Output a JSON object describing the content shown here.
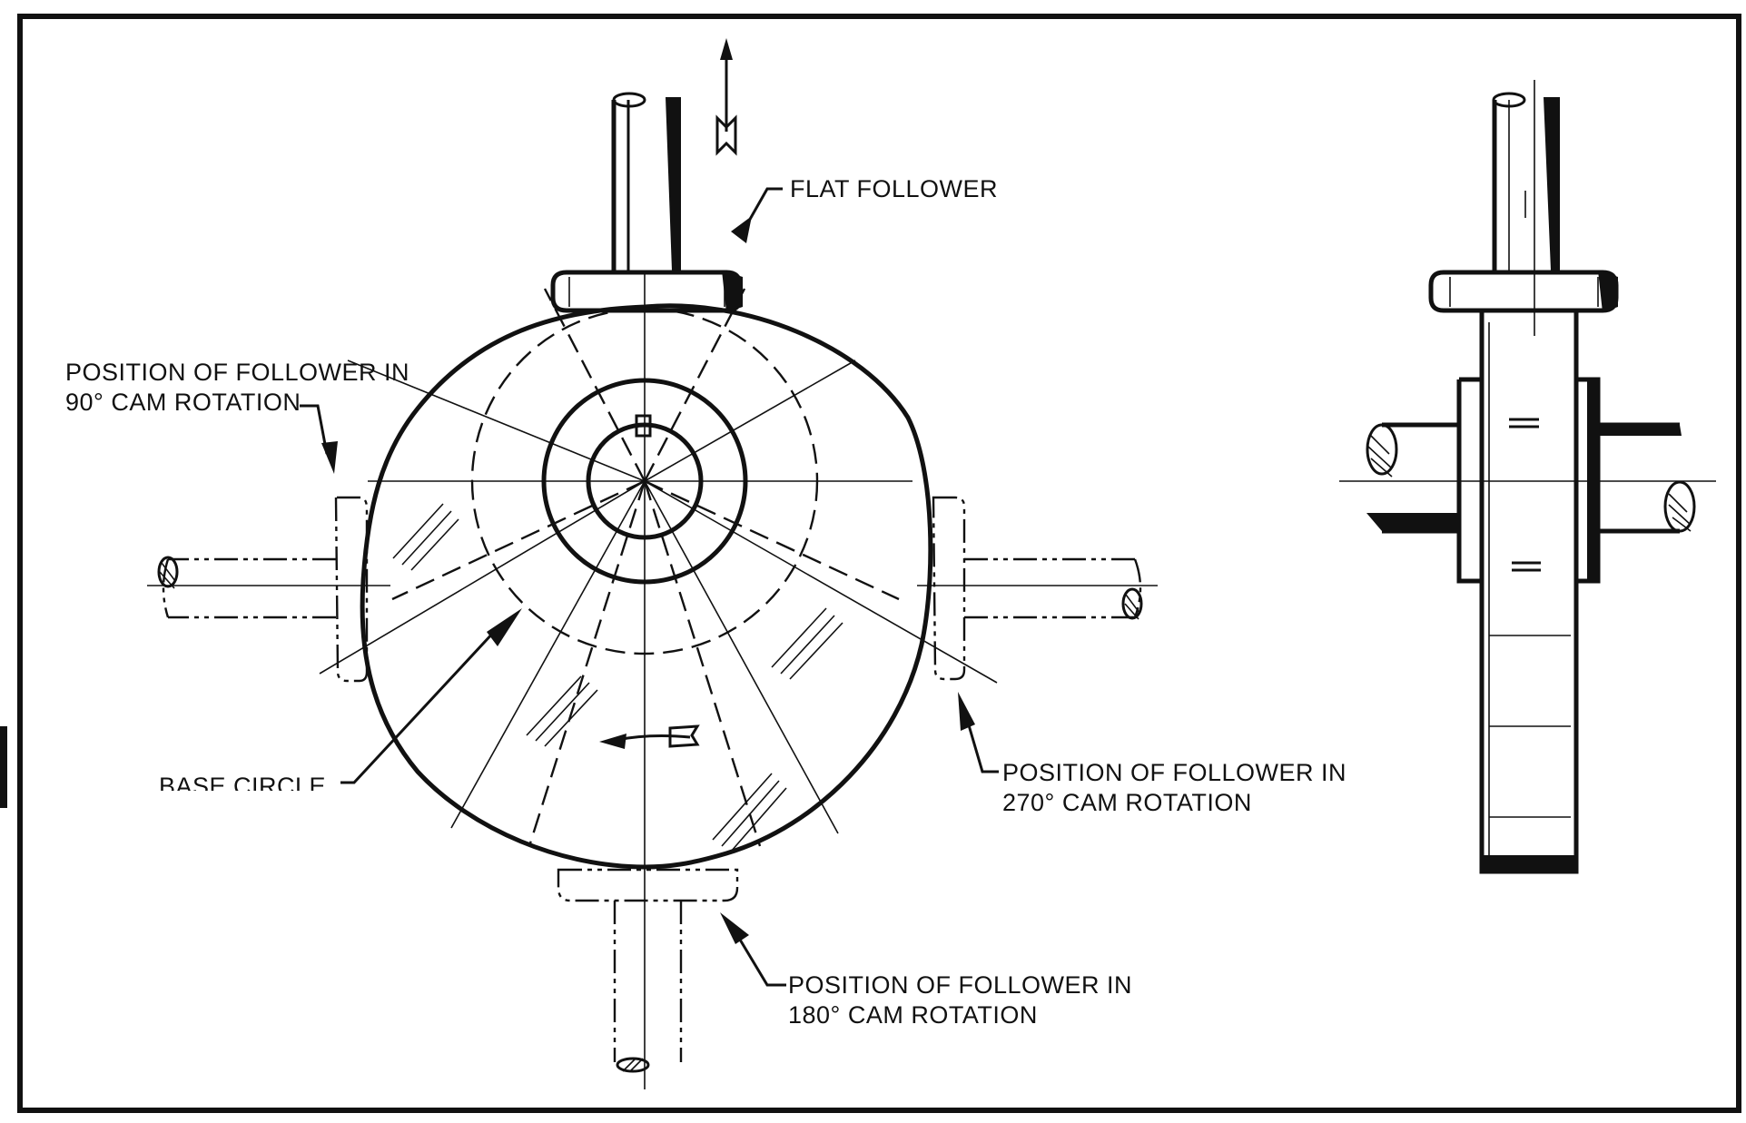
{
  "labels": {
    "flat_follower": "FLAT FOLLOWER",
    "pos90_line1": "POSITION OF FOLLOWER IN",
    "pos90_line2": "90° CAM ROTATION",
    "pos270_line1": "POSITION OF FOLLOWER IN",
    "pos270_line2": "270° CAM ROTATION",
    "pos180_line1": "POSITION OF FOLLOWER IN",
    "pos180_line2": "180° CAM ROTATION",
    "base_circle": "BASE CIRCLE"
  },
  "colors": {
    "ink": "#111111",
    "paper": "#ffffff"
  }
}
